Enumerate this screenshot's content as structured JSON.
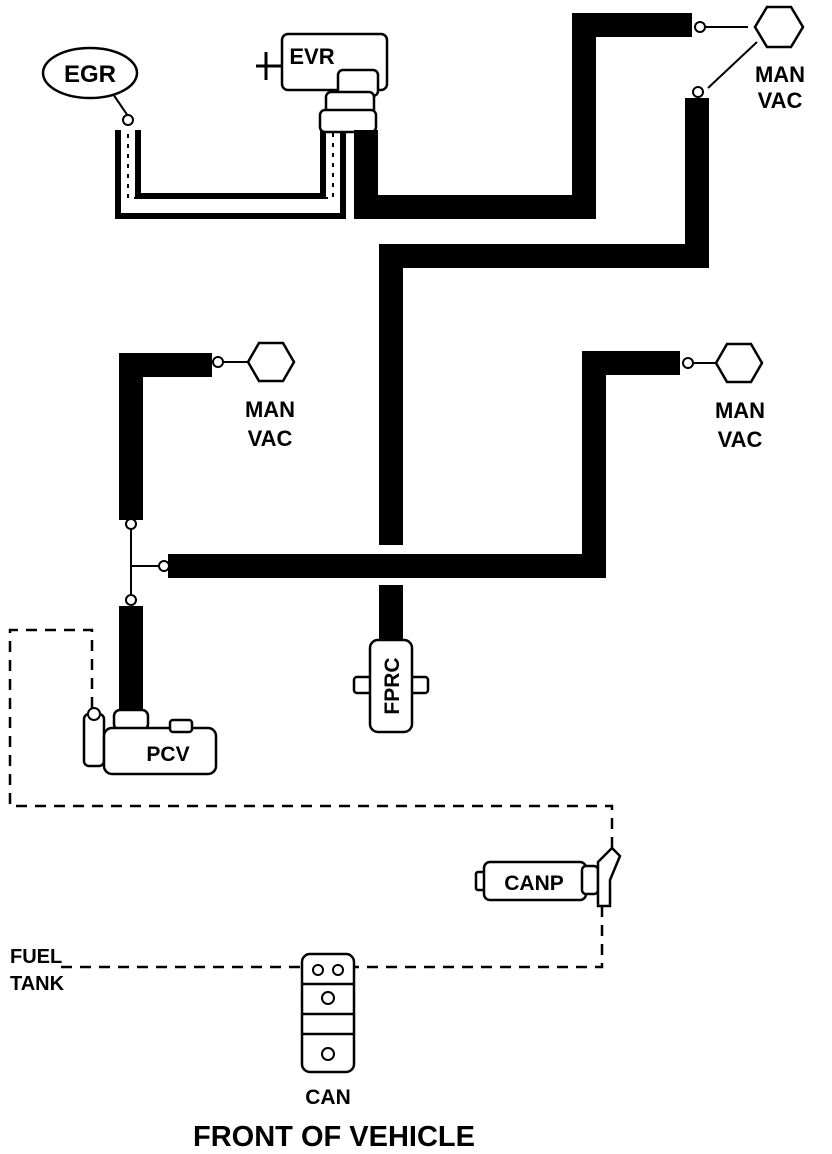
{
  "labels": {
    "egr": "EGR",
    "evr": "EVR",
    "man_vac": "MAN",
    "vac": "VAC",
    "fprc": "FPRC",
    "pcv": "PCV",
    "canp": "CANP",
    "fuel": "FUEL",
    "tank": "TANK",
    "can": "CAN",
    "footer": "FRONT OF VEHICLE"
  },
  "colors": {
    "ink": "#000000",
    "paper": "#ffffff"
  }
}
